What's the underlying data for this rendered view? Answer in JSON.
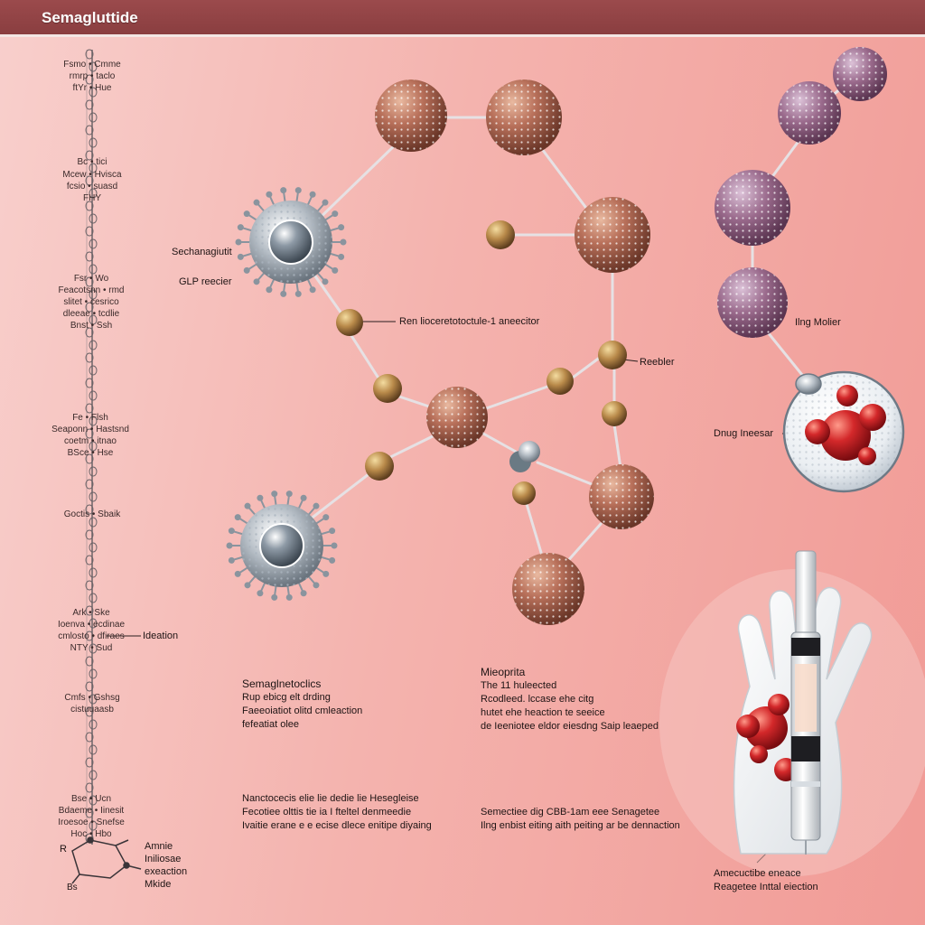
{
  "header": {
    "title": "Semagluttide"
  },
  "chain_labels": [
    {
      "id": "c1",
      "lines": [
        "Fsmo • Cmme",
        "rmrp • taclo",
        "ftYr • Hue"
      ]
    },
    {
      "id": "c2",
      "lines": [
        "Bc • tici"
      ]
    },
    {
      "id": "c3",
      "lines": [
        "Mcew • Hvisca",
        "fcsio • suasd",
        "FHY"
      ]
    },
    {
      "id": "c4",
      "lines": [
        "Fsr • Wo",
        "Feacotsnn • rmd",
        "slitet • cesrico",
        "dleeae • tcdlie",
        "Bnst • Ssh"
      ]
    },
    {
      "id": "c5",
      "lines": [
        "Fe • Flsh",
        "Seaponn • Hastsnd",
        "coetm • itnao",
        "BSce • Hse"
      ]
    },
    {
      "id": "c6",
      "lines": [
        "Goctis • Sbaik"
      ]
    },
    {
      "id": "c7",
      "lines": [
        "Ark • Ske",
        "Ioenva • ecdinae",
        "cmlosto • dfiraes",
        "NTY • Sud"
      ]
    },
    {
      "id": "c8",
      "lines": [
        "Cmfs • Gshsg",
        "cistuuaasb"
      ]
    },
    {
      "id": "c9",
      "lines": [
        "Bse • Ucn",
        "Bdaeme • Iinesit",
        "Iroesoe • Snefse",
        "Hoc • Hbo"
      ]
    }
  ],
  "side_labels": {
    "ideation": "Ideation",
    "bottom_left": [
      "Amnie",
      "Iniliosae",
      "exeaction",
      "Mkide"
    ],
    "ring_r": "R",
    "ring_b": "Bs"
  },
  "diagram_labels": {
    "semaglutide": "Sechanagiutit",
    "glp_receptor": "GLP reecier",
    "middle_line": "Ren lioceretotoctule-1 aneecitor",
    "reebler": "Reebler",
    "drug_molecule": "Ilng Molier",
    "drug_receptor": "Dnug Ineesar"
  },
  "text_blocks": [
    {
      "id": "b1",
      "heading": "Semaglnetoclics",
      "lines": [
        "Rup ebicg elt drding",
        "Faeeoiatiot olitd cmleaction",
        "fefeatiat olee"
      ]
    },
    {
      "id": "b2",
      "heading": "Mieoprita",
      "lines": [
        "The 11 huleected",
        "Rcodleed. lccase ehe citg",
        "hutet ehe heaction te seeice",
        "de Ieeniotee eldor eiesdng Saip leaeped"
      ]
    },
    {
      "id": "b3",
      "heading": "",
      "lines": [
        "Nanctocecis elie lie dedie lie Hesegleise",
        "Fecotiee olttis tie ia I fteltel denmeedie",
        "Ivaitie erane e e ecise dlece enitipe diyaing"
      ]
    },
    {
      "id": "b4",
      "heading": "",
      "lines": [
        "Semectiee dig CBB-1am eee Senagetee",
        "Ilng enbist eiting aith peiting ar be dennaction"
      ]
    }
  ],
  "injection_caption": [
    "Amecuctibe eneace",
    "Reagetee Inttal eiection"
  ],
  "colors": {
    "header_bar": "#8a3e40",
    "copper_sphere": "#b06a52",
    "purple_sphere": "#9a6a8c",
    "silver_receptor": "#9aa4ae",
    "red_molecule": "#d3282a"
  }
}
